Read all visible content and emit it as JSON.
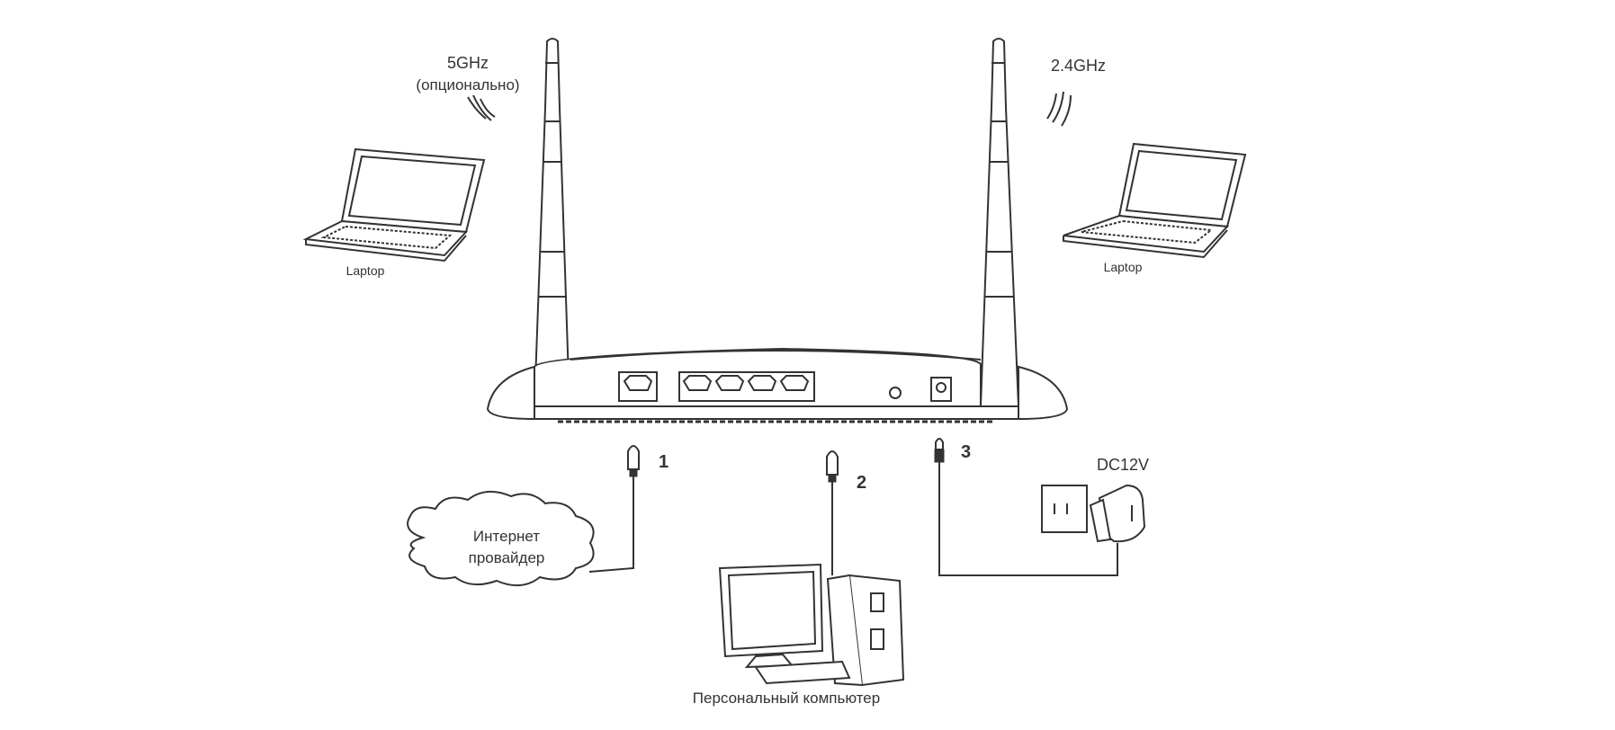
{
  "diagram": {
    "antennas": {
      "left_band": "5GHz",
      "left_note": "(опционально)",
      "right_band": "2.4GHz"
    },
    "laptops": {
      "left_label": "Laptop",
      "right_label": "Laptop"
    },
    "connections": {
      "wan_number": "1",
      "lan_number": "2",
      "power_number": "3"
    },
    "internet": {
      "line1": "Интернет",
      "line2": "провайдер"
    },
    "pc_label": "Персональный компьютер",
    "power_label": "DC12V"
  },
  "colors": {
    "line": "#333333",
    "background": "#ffffff"
  }
}
